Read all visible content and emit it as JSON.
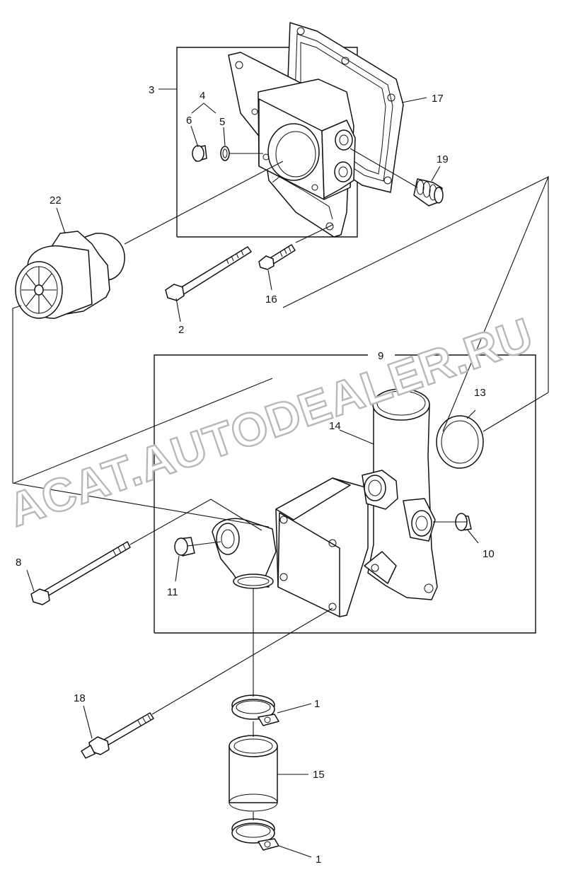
{
  "watermark": "ACAT.AUTODEALER.RU",
  "callouts": {
    "c1a": "1",
    "c1b": "1",
    "c2": "2",
    "c3": "3",
    "c4": "4",
    "c5": "5",
    "c6": "6",
    "c8": "8",
    "c9": "9",
    "c10": "10",
    "c11": "11",
    "c13": "13",
    "c14": "14",
    "c15": "15",
    "c16": "16",
    "c17": "17",
    "c18": "18",
    "c19": "19",
    "c22": "22"
  }
}
